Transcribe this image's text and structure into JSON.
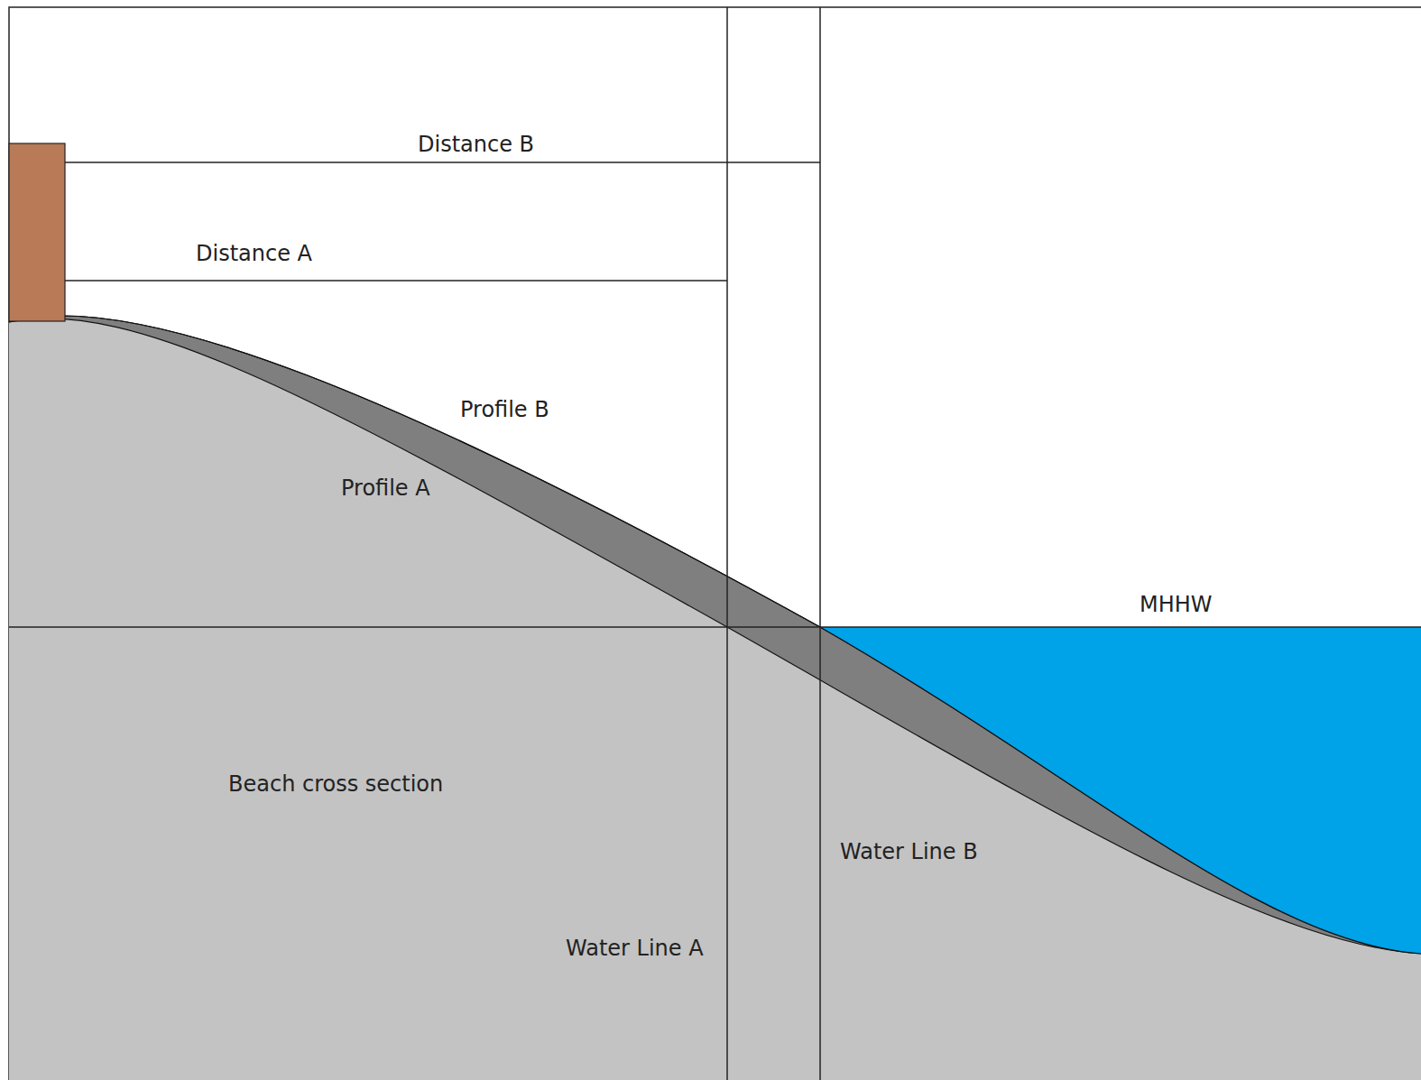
{
  "diagram": {
    "labels": [
      "Distance B",
      "Distance A",
      "Profile B",
      "Profile A",
      "MHHW",
      "Beach cross section",
      "Water Line B",
      "Water Line A"
    ]
  }
}
